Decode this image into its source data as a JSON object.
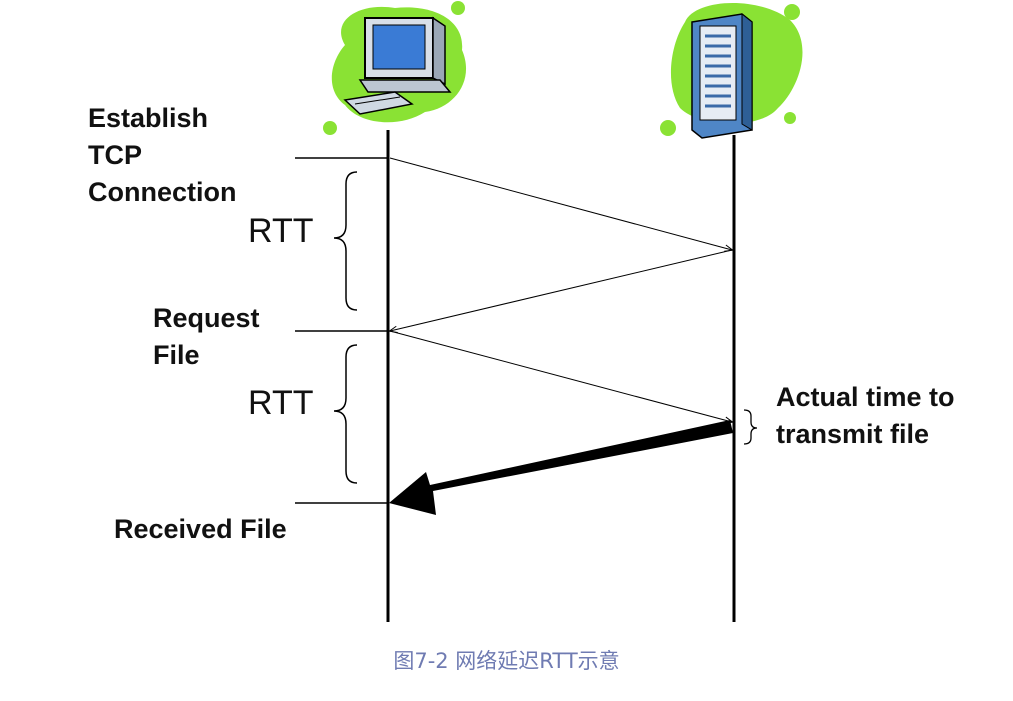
{
  "labels": {
    "establish": [
      "Establish",
      "TCP",
      "Connection"
    ],
    "request": [
      "Request",
      "File"
    ],
    "received": "Received File",
    "actual": [
      "Actual time to",
      "transmit file"
    ],
    "rtt1": "RTT",
    "rtt2": "RTT"
  },
  "caption": "图7-2 网络延迟RTT示意",
  "colors": {
    "ink": "#000000",
    "blob": "#8ae234",
    "caption": "#6f7bb2",
    "monitor": "#5b9bd5",
    "server": "#4f86c6"
  },
  "icons": [
    "computer-icon",
    "server-icon"
  ]
}
